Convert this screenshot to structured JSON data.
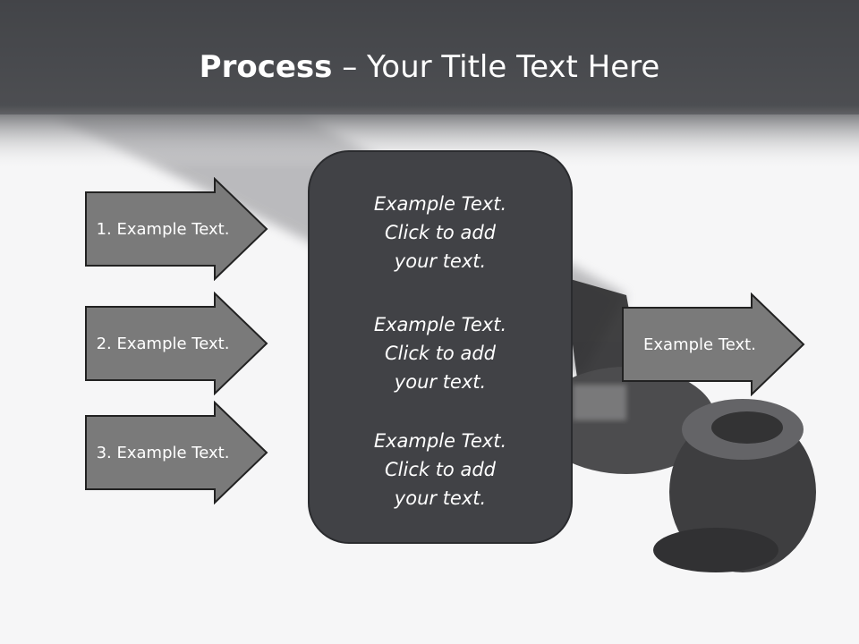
{
  "title": {
    "bold": "Process",
    "dash": " – ",
    "rest": "Your Title Text Here"
  },
  "left_arrows": [
    "1. Example Text.",
    "2. Example Text.",
    "3. Example Text."
  ],
  "center_blocks": [
    [
      "Example Text.",
      "Click  to add",
      "your text."
    ],
    [
      "Example Text.",
      "Click  to add",
      "your text."
    ],
    [
      "Example Text.",
      "Click  to add",
      "your text."
    ]
  ],
  "right_arrow": "Example Text.",
  "colors": {
    "header": "#46474b",
    "arrow_fill": "#7a7a7a",
    "box_fill": "#414246"
  }
}
